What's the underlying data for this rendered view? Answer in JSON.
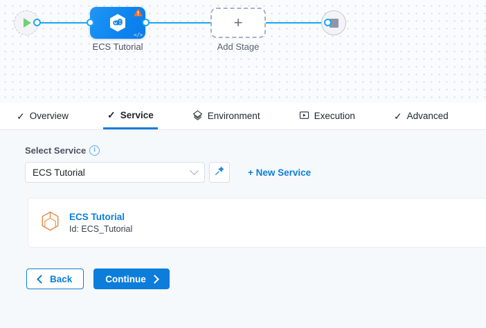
{
  "pipeline": {
    "start_node": {
      "name": "start-node",
      "icon": "play-icon"
    },
    "end_node": {
      "name": "end-node",
      "icon": "stop-icon"
    },
    "stage": {
      "label": "ECS Tutorial",
      "icon": "service-hex-icon",
      "warning_icon": "warning-triangle-icon",
      "code_icon": "code-brackets-icon",
      "code_glyph": "</>"
    },
    "add_stage": {
      "label": "Add Stage",
      "plus": "+"
    }
  },
  "tabs": [
    {
      "label": "Overview",
      "icon": "check-icon",
      "glyph": "✓",
      "active": false
    },
    {
      "label": "Service",
      "icon": "check-icon",
      "glyph": "✓",
      "active": true
    },
    {
      "label": "Environment",
      "icon": "layers-diamond-icon",
      "glyph": "",
      "active": false
    },
    {
      "label": "Execution",
      "icon": "play-box-icon",
      "glyph": "",
      "active": false
    },
    {
      "label": "Advanced",
      "icon": "check-icon",
      "glyph": "✓",
      "active": false
    }
  ],
  "form": {
    "select_service_label": "Select Service",
    "info_icon": "info-icon",
    "info_glyph": "i",
    "service_value": "ECS Tutorial",
    "service_placeholder": "Select Service",
    "pin_icon": "pin-icon",
    "new_service_label": "+ New Service"
  },
  "service_card": {
    "icon": "cube-hex-icon",
    "title": "ECS Tutorial",
    "id": "Id: ECS_Tutorial"
  },
  "footer": {
    "back_label": "Back",
    "continue_label": "Continue"
  },
  "colors": {
    "accent_blue": "#0d7ddb",
    "edge_blue": "#19a7f2",
    "warning_orange": "#f36c21",
    "service_icon_orange": "#e8894a",
    "play_green": "#6fd27a",
    "panel_bg": "#f6f9fc"
  }
}
